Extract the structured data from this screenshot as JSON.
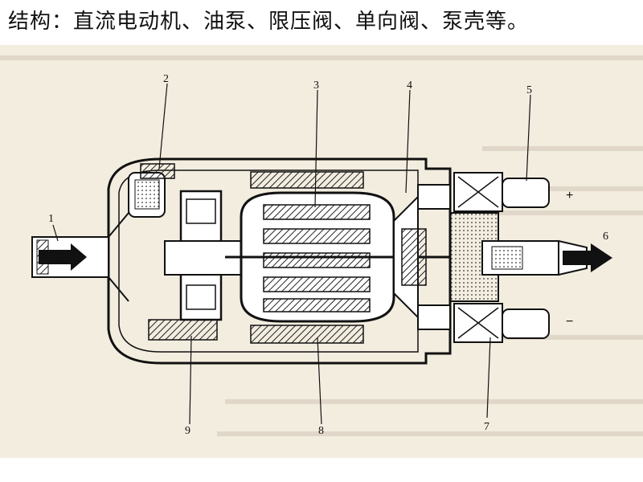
{
  "title": "结构：直流电动机、油泵、限压阀、单向阀、泵壳等。",
  "callouts": {
    "n1": "1",
    "n2": "2",
    "n3": "3",
    "n4": "4",
    "n5": "5",
    "n6": "6",
    "n7": "7",
    "n8": "8",
    "n9": "9"
  },
  "terminals": {
    "positive": "+",
    "negative": "−"
  },
  "colors": {
    "page": "#ffffff",
    "scan_background": "#f3ede0",
    "ink": "#111111"
  }
}
